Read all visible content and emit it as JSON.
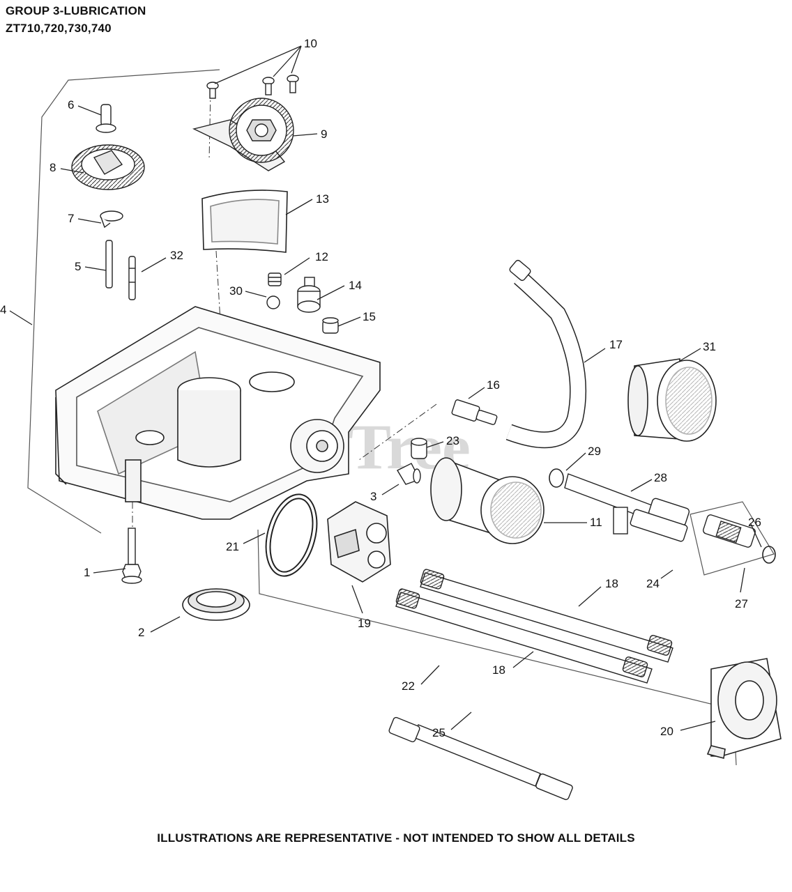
{
  "header": {
    "title_line1": "GROUP 3-LUBRICATION",
    "title_line2": "ZT710,720,730,740"
  },
  "watermark": "PartsTree",
  "callouts": [
    "1",
    "2",
    "3",
    "4",
    "5",
    "6",
    "7",
    "8",
    "9",
    "10",
    "11",
    "12",
    "13",
    "14",
    "15",
    "16",
    "17",
    "18",
    "18",
    "19",
    "20",
    "21",
    "22",
    "23",
    "24",
    "25",
    "26",
    "27",
    "28",
    "29",
    "30",
    "31",
    "32"
  ],
  "footer": {
    "note": "ILLUSTRATIONS ARE REPRESENTATIVE - NOT INTENDED TO SHOW ALL DETAILS"
  }
}
